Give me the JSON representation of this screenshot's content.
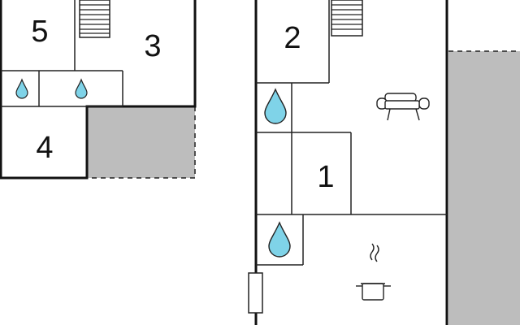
{
  "floor_plan": {
    "colors": {
      "wall": "#111111",
      "inner_wall": "#222222",
      "water": "#7fd3e8",
      "terrace": "#bdbdbd",
      "background": "#ffffff"
    },
    "rooms": [
      {
        "id": "room-1",
        "label": "1"
      },
      {
        "id": "room-2",
        "label": "2"
      },
      {
        "id": "room-3",
        "label": "3"
      },
      {
        "id": "room-4",
        "label": "4"
      },
      {
        "id": "room-5",
        "label": "5"
      }
    ],
    "icons": [
      "stairs-icon",
      "water-drop-icon",
      "sofa-icon",
      "cooking-pot-icon",
      "door-icon"
    ]
  }
}
